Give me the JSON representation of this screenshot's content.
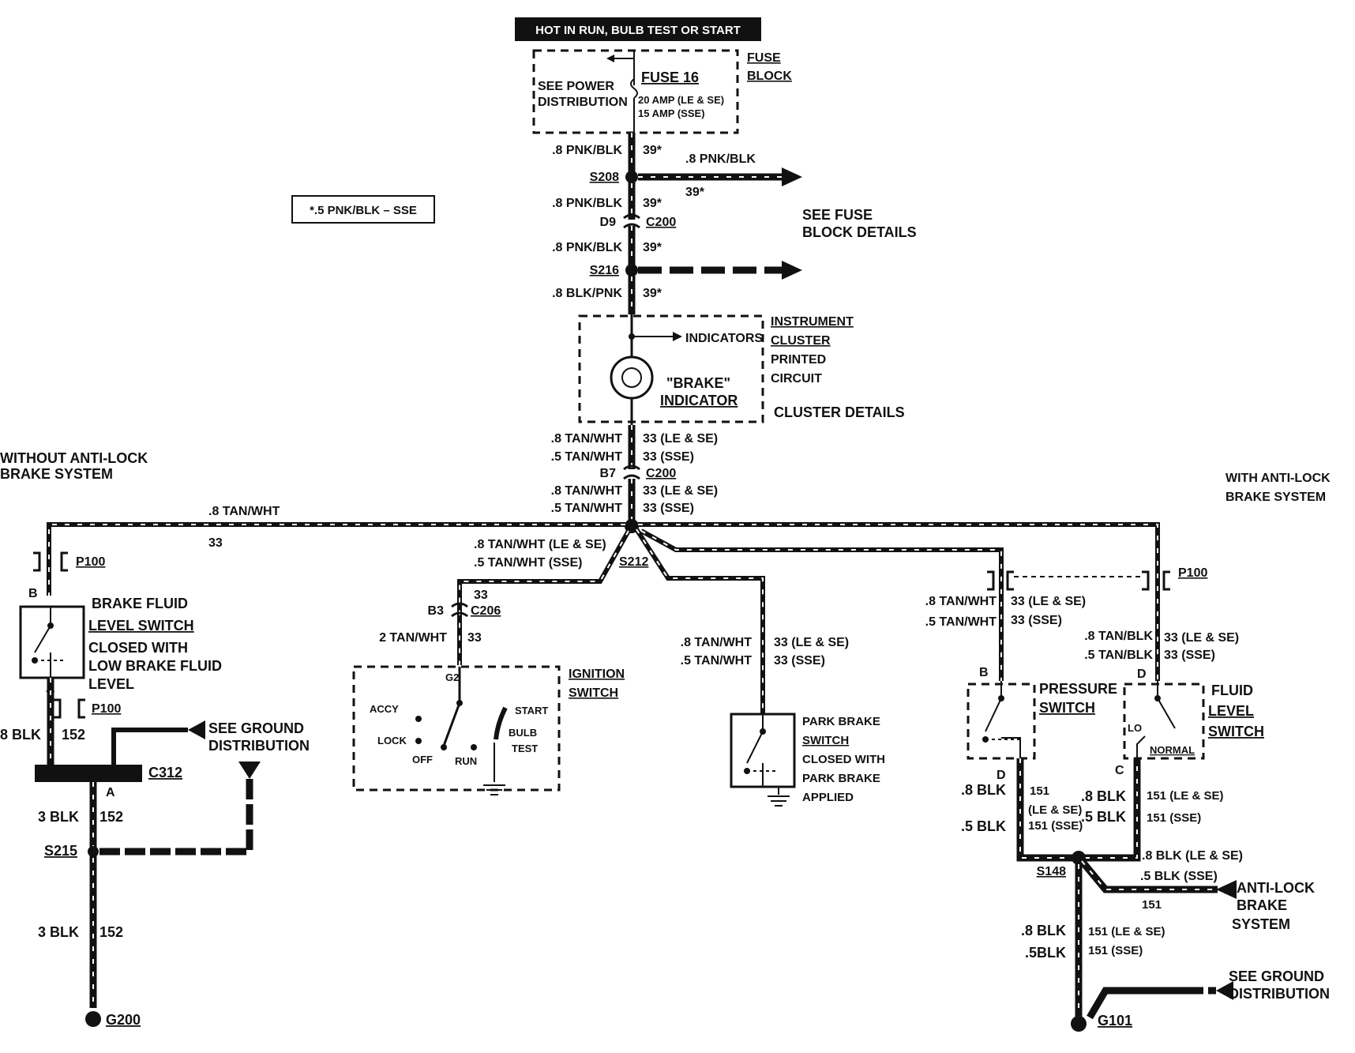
{
  "header": {
    "hot_label": "HOT IN RUN, BULB TEST OR START"
  },
  "fuse_block": {
    "title_line1": "FUSE",
    "title_line2": "BLOCK",
    "see_line1": "SEE POWER",
    "see_line2": "DISTRIBUTION",
    "fuse_name": "FUSE 16",
    "rating_le_se": "20 AMP (LE & SE)",
    "rating_sse": "15 AMP (SSE)"
  },
  "note_box": "*.5 PNK/BLK – SSE",
  "see_fuse_block": {
    "line1": "SEE FUSE",
    "line2": "BLOCK DETAILS"
  },
  "main_wires": {
    "w1_color": ".8 PNK/BLK",
    "w1_num": "39*",
    "s208": "S208",
    "branch_color": ".8 PNK/BLK",
    "branch_num": "39*",
    "w2_color": ".8 PNK/BLK",
    "w2_num": "39*",
    "d9": "D9",
    "c200": "C200",
    "w3_color": ".8 PNK/BLK",
    "w3_num": "39*",
    "s216": "S216",
    "w4_color": ".8 BLK/PNK",
    "w4_num": "39*"
  },
  "cluster": {
    "indicators": "INDICATORS",
    "brake_line1": "\"BRAKE\"",
    "brake_line2": "INDICATOR",
    "title_line1": "INSTRUMENT",
    "title_line2": "CLUSTER",
    "title_line3": "PRINTED",
    "title_line4": "CIRCUIT",
    "details": "CLUSTER DETAILS"
  },
  "below_cluster": {
    "a_color": ".8 TAN/WHT",
    "a_num": "33 (LE & SE)",
    "b_color": ".5 TAN/WHT",
    "b_num": "33 (SSE)",
    "b7": "B7",
    "c200": "C200",
    "c_color": ".8 TAN/WHT",
    "c_num": "33 (LE & SE)",
    "d_color": ".5 TAN/WHT",
    "d_num": "33 (SSE)",
    "s212": "S212"
  },
  "without_abs": {
    "title_line1": "WITHOUT ANTI-LOCK",
    "title_line2": "BRAKE SYSTEM",
    "wire_color": ".8 TAN/WHT",
    "wire_num": "33",
    "p100_top": "P100",
    "pin_b": "B",
    "switch_line1": "BRAKE FLUID",
    "switch_line2": "LEVEL SWITCH",
    "switch_line3": "CLOSED WITH",
    "switch_line4": "LOW BRAKE FLUID",
    "switch_line5": "LEVEL",
    "pin_a": "A",
    "p100_bottom": "P100",
    "blk_color": ".8 BLK",
    "blk_num": "152",
    "see_ground_line1": "SEE GROUND",
    "see_ground_line2": "DISTRIBUTION",
    "c312": "C312",
    "c312_pin": "A",
    "blk2_color": "3 BLK",
    "blk2_num": "152",
    "s215": "S215",
    "blk3_color": "3 BLK",
    "blk3_num": "152",
    "g200": "G200"
  },
  "ignition": {
    "wire1_color": ".8 TAN/WHT (LE & SE)",
    "wire2_color": ".5 TAN/WHT (SSE)",
    "num": "33",
    "b3": "B3",
    "c206": "C206",
    "wire3_color": "2 TAN/WHT",
    "wire3_num": "33",
    "g2": "G2",
    "title_line1": "IGNITION",
    "title_line2": "SWITCH",
    "accy": "ACCY",
    "lock": "LOCK",
    "off": "OFF",
    "run": "RUN",
    "start": "START",
    "bulb": "BULB",
    "test": "TEST"
  },
  "park_brake": {
    "a_color": ".8 TAN/WHT",
    "a_num": "33 (LE & SE)",
    "b_color": ".5 TAN/WHT",
    "b_num": "33 (SSE)",
    "line1": "PARK BRAKE",
    "line2": "SWITCH",
    "line3": "CLOSED WITH",
    "line4": "PARK BRAKE",
    "line5": "APPLIED"
  },
  "with_abs": {
    "title_line1": "WITH ANTI-LOCK",
    "title_line2": "BRAKE SYSTEM",
    "p100": "P100",
    "ps_a_color": ".8 TAN/WHT",
    "ps_a_num": "33 (LE & SE)",
    "ps_b_color": ".5 TAN/WHT",
    "ps_b_num": "33 (SSE)",
    "fl_a_color": ".8 TAN/BLK",
    "fl_a_num": "33 (LE & SE)",
    "fl_b_color": ".5 TAN/BLK",
    "fl_b_num": "33 (SSE)",
    "ps_pin_b": "B",
    "ps_line1": "PRESSURE",
    "ps_line2": "SWITCH",
    "fl_pin_d": "D",
    "fl_line1": "FLUID",
    "fl_line2": "LEVEL",
    "fl_line3": "SWITCH",
    "lo": "LO",
    "normal": "NORMAL",
    "ps_pin_d": "D",
    "fl_pin_c": "C",
    "left_a": ".8 BLK",
    "left_b": ".5 BLK",
    "left_num": "151",
    "left_num_a": "(LE & SE)",
    "left_num_b": "151 (SSE)",
    "right_a": ".8 BLK",
    "right_b": ".5 BLK",
    "right_num_a": "151  (LE & SE)",
    "right_num_b": "151  (SSE)",
    "s148": "S148",
    "abs_a": ".8 BLK (LE & SE)",
    "abs_b": ".5 BLK (SSE)",
    "abs_num": "151",
    "abs_line1": "ANTI-LOCK",
    "abs_line2": "BRAKE",
    "abs_line3": "SYSTEM",
    "bottom_a": ".8 BLK",
    "bottom_b": ".5BLK",
    "bottom_num_a": "151  (LE & SE)",
    "bottom_num_b": "151  (SSE)",
    "see_ground_line1": "SEE GROUND",
    "see_ground_line2": "DISTRIBUTION",
    "g101": "G101"
  }
}
